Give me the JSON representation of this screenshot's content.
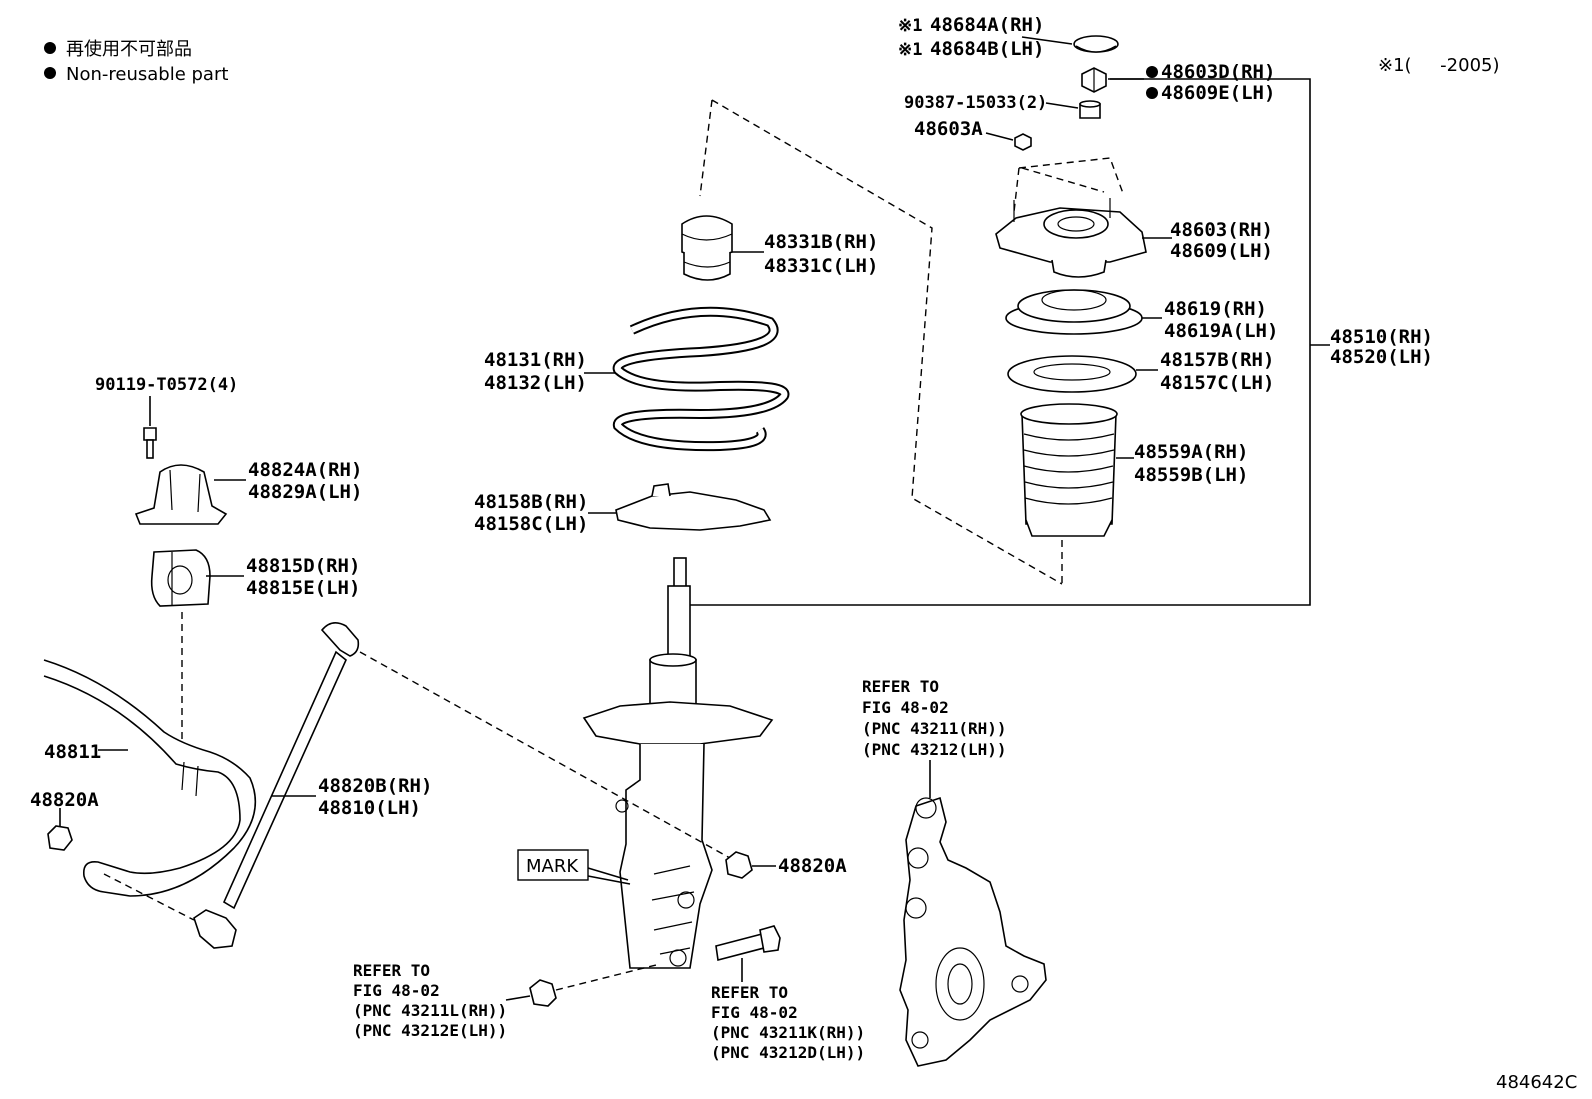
{
  "legend": {
    "japanese": "再使用不可部品",
    "english": "Non-reusable part"
  },
  "footnote": "※1(     -2005)",
  "diagram_id": "484642C",
  "parts": {
    "cap": {
      "mark": "※1",
      "rh": "48684A(RH)",
      "lh": "48684B(LH)"
    },
    "nut": {
      "rh": "48603D(RH)",
      "lh": "48609E(LH)"
    },
    "collar": "90387-15033(2)",
    "mount_nut": "48603A",
    "mount": {
      "rh": "48603(RH)",
      "lh": "48609(LH)"
    },
    "bearing": {
      "rh": "48619(RH)",
      "lh": "48619A(LH)"
    },
    "seat": {
      "rh": "48157B(RH)",
      "lh": "48157C(LH)"
    },
    "boot": {
      "rh": "48559A(RH)",
      "lh": "48559B(LH)"
    },
    "strut_assy": {
      "rh": "48510(RH)",
      "lh": "48520(LH)"
    },
    "bumper": {
      "rh": "48331B(RH)",
      "lh": "48331C(LH)"
    },
    "spring": {
      "rh": "48131(RH)",
      "lh": "48132(LH)"
    },
    "insulator": {
      "rh": "48158B(RH)",
      "lh": "48158C(LH)"
    },
    "bolt": "90119-T0572(4)",
    "bracket": {
      "rh": "48824A(RH)",
      "lh": "48829A(LH)"
    },
    "bushing": {
      "rh": "48815D(RH)",
      "lh": "48815E(LH)"
    },
    "stabilizer_bar": "48811",
    "link_nut_left": "48820A",
    "link": {
      "rh": "48820B(RH)",
      "lh": "48810(LH)"
    },
    "link_nut_right": "48820A",
    "mark_label": "MARK"
  },
  "references": {
    "knuckle": [
      "REFER TO",
      "FIG 48-02",
      "(PNC 43211(RH))",
      "(PNC 43212(LH))"
    ],
    "strut_nut": [
      "REFER TO",
      "FIG 48-02",
      "(PNC 43211L(RH))",
      "(PNC 43212E(LH))"
    ],
    "strut_bolt": [
      "REFER TO",
      "FIG 48-02",
      "(PNC 43211K(RH))",
      "(PNC 43212D(LH))"
    ]
  }
}
